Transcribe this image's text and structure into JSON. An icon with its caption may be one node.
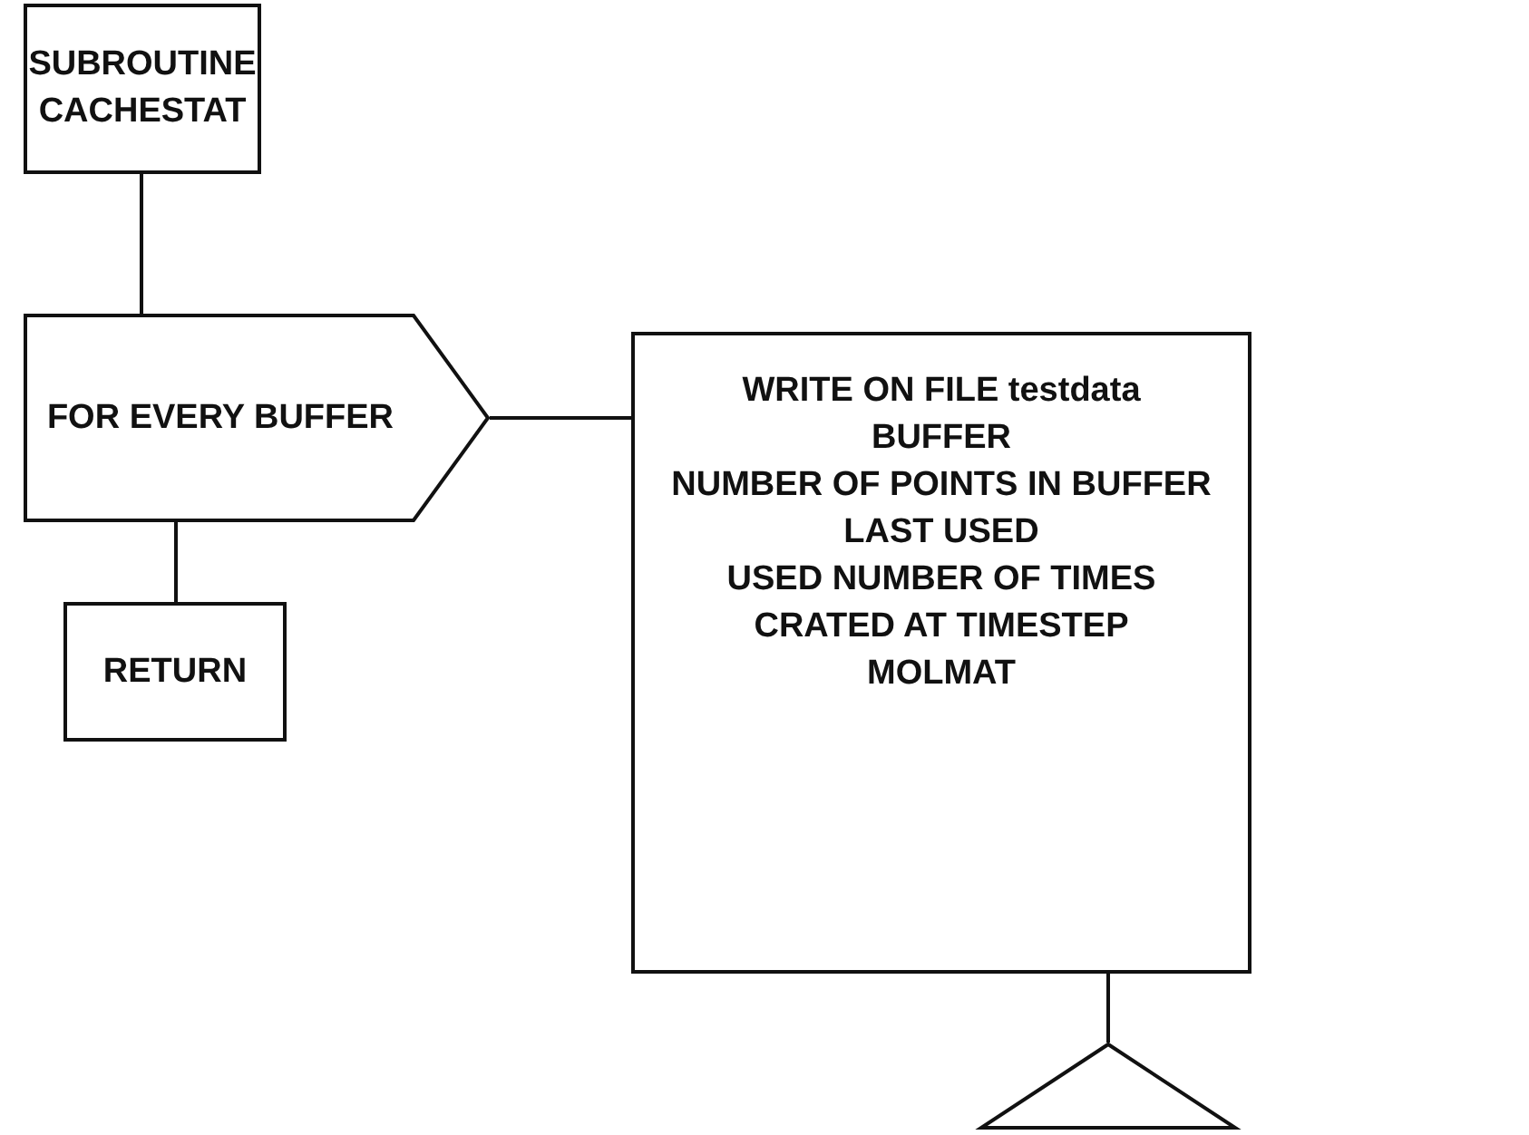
{
  "diagram": {
    "nodes": [
      {
        "text": [
          "SUBROUTINE CACHESTAT"
        ]
      },
      {
        "text": [
          "FOR EVERY BUFFER"
        ]
      },
      {
        "text": [
          "RETURN"
        ]
      },
      {
        "text": [
          "WRITE ON FILE testdata",
          "BUFFER",
          "NUMBER OF POINTS IN BUFFER",
          "LAST USED",
          "USED NUMBER OF TIMES",
          "CRATED AT TIMESTEP",
          "MOLMAT"
        ]
      },
      {
        "text": [],
        "shape": "triangle"
      }
    ],
    "edges": [
      {
        "from": 0,
        "to": 1,
        "arrow": "none"
      },
      {
        "from": 1,
        "to": 2,
        "arrow": "none"
      },
      {
        "from": 1,
        "to": 3,
        "arrow": "none"
      },
      {
        "from": 3,
        "to": 4,
        "arrow": "none"
      }
    ]
  }
}
